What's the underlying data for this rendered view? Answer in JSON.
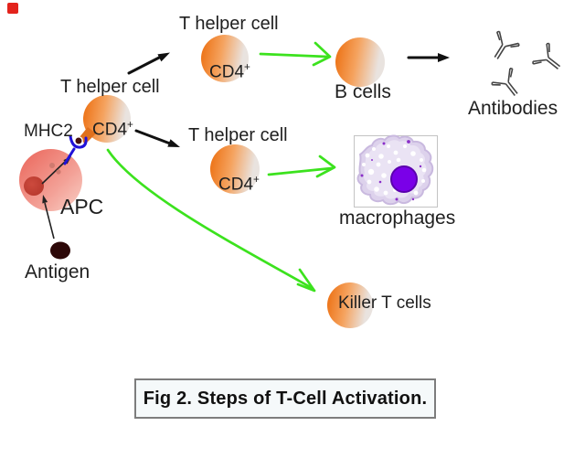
{
  "figure": {
    "caption": "Fig 2. Steps of T-Cell Activation.",
    "labels": {
      "t_helper_top": "T helper cell",
      "t_helper_apc": "T helper cell",
      "t_helper_mid": "T helper cell",
      "cd4": "CD4",
      "cd4_sup": "+",
      "mhc2": "MHC2",
      "apc": "APC",
      "antigen": "Antigen",
      "b_cells": "B cells",
      "antibodies": "Antibodies",
      "macrophages": "macrophages",
      "killer_t_cells": "Killer T cells"
    },
    "colors": {
      "green_arrow": "#3ce21e",
      "black_arrow": "#111111",
      "thin_arrow": "#222222",
      "t_cell_orange": "#ed7418",
      "apc_pink": "#ec7065",
      "apc_granule": "#cf7a6f",
      "mhc2_blue": "#2011d8",
      "bound_antigen": "#451010",
      "antigen_dark": "#2d0808",
      "cd4_stub_orange": "#e0701d",
      "antibody_line": "#444444",
      "macrophage_body": "#ddd2ec",
      "macrophage_inner": "#eae3f4",
      "macrophage_nucleus": "#7a00e8",
      "red_marker": "#e3231c"
    }
  }
}
